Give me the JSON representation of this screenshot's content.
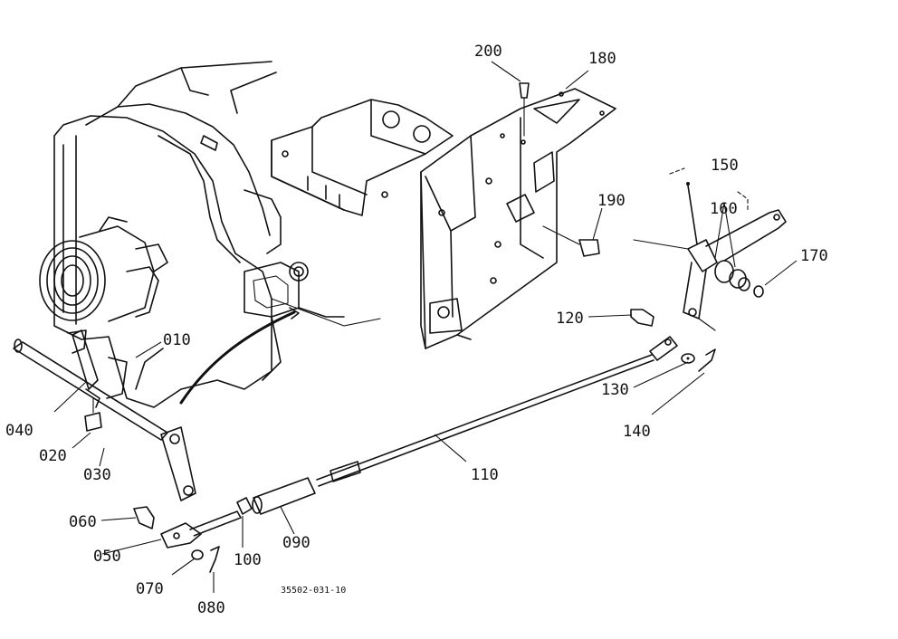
{
  "diagram": {
    "drawing_code": "35502-031-10",
    "callouts": [
      {
        "id": "010",
        "text": "010"
      },
      {
        "id": "020",
        "text": "020"
      },
      {
        "id": "030",
        "text": "030"
      },
      {
        "id": "040",
        "text": "040"
      },
      {
        "id": "050",
        "text": "050"
      },
      {
        "id": "060",
        "text": "060"
      },
      {
        "id": "070",
        "text": "070"
      },
      {
        "id": "080",
        "text": "080"
      },
      {
        "id": "090",
        "text": "090"
      },
      {
        "id": "100",
        "text": "100"
      },
      {
        "id": "110",
        "text": "110"
      },
      {
        "id": "120",
        "text": "120"
      },
      {
        "id": "130",
        "text": "130"
      },
      {
        "id": "140",
        "text": "140"
      },
      {
        "id": "150",
        "text": "150"
      },
      {
        "id": "160",
        "text": "160"
      },
      {
        "id": "170",
        "text": "170"
      },
      {
        "id": "180",
        "text": "180"
      },
      {
        "id": "190",
        "text": "190"
      },
      {
        "id": "200",
        "text": "200"
      }
    ]
  }
}
